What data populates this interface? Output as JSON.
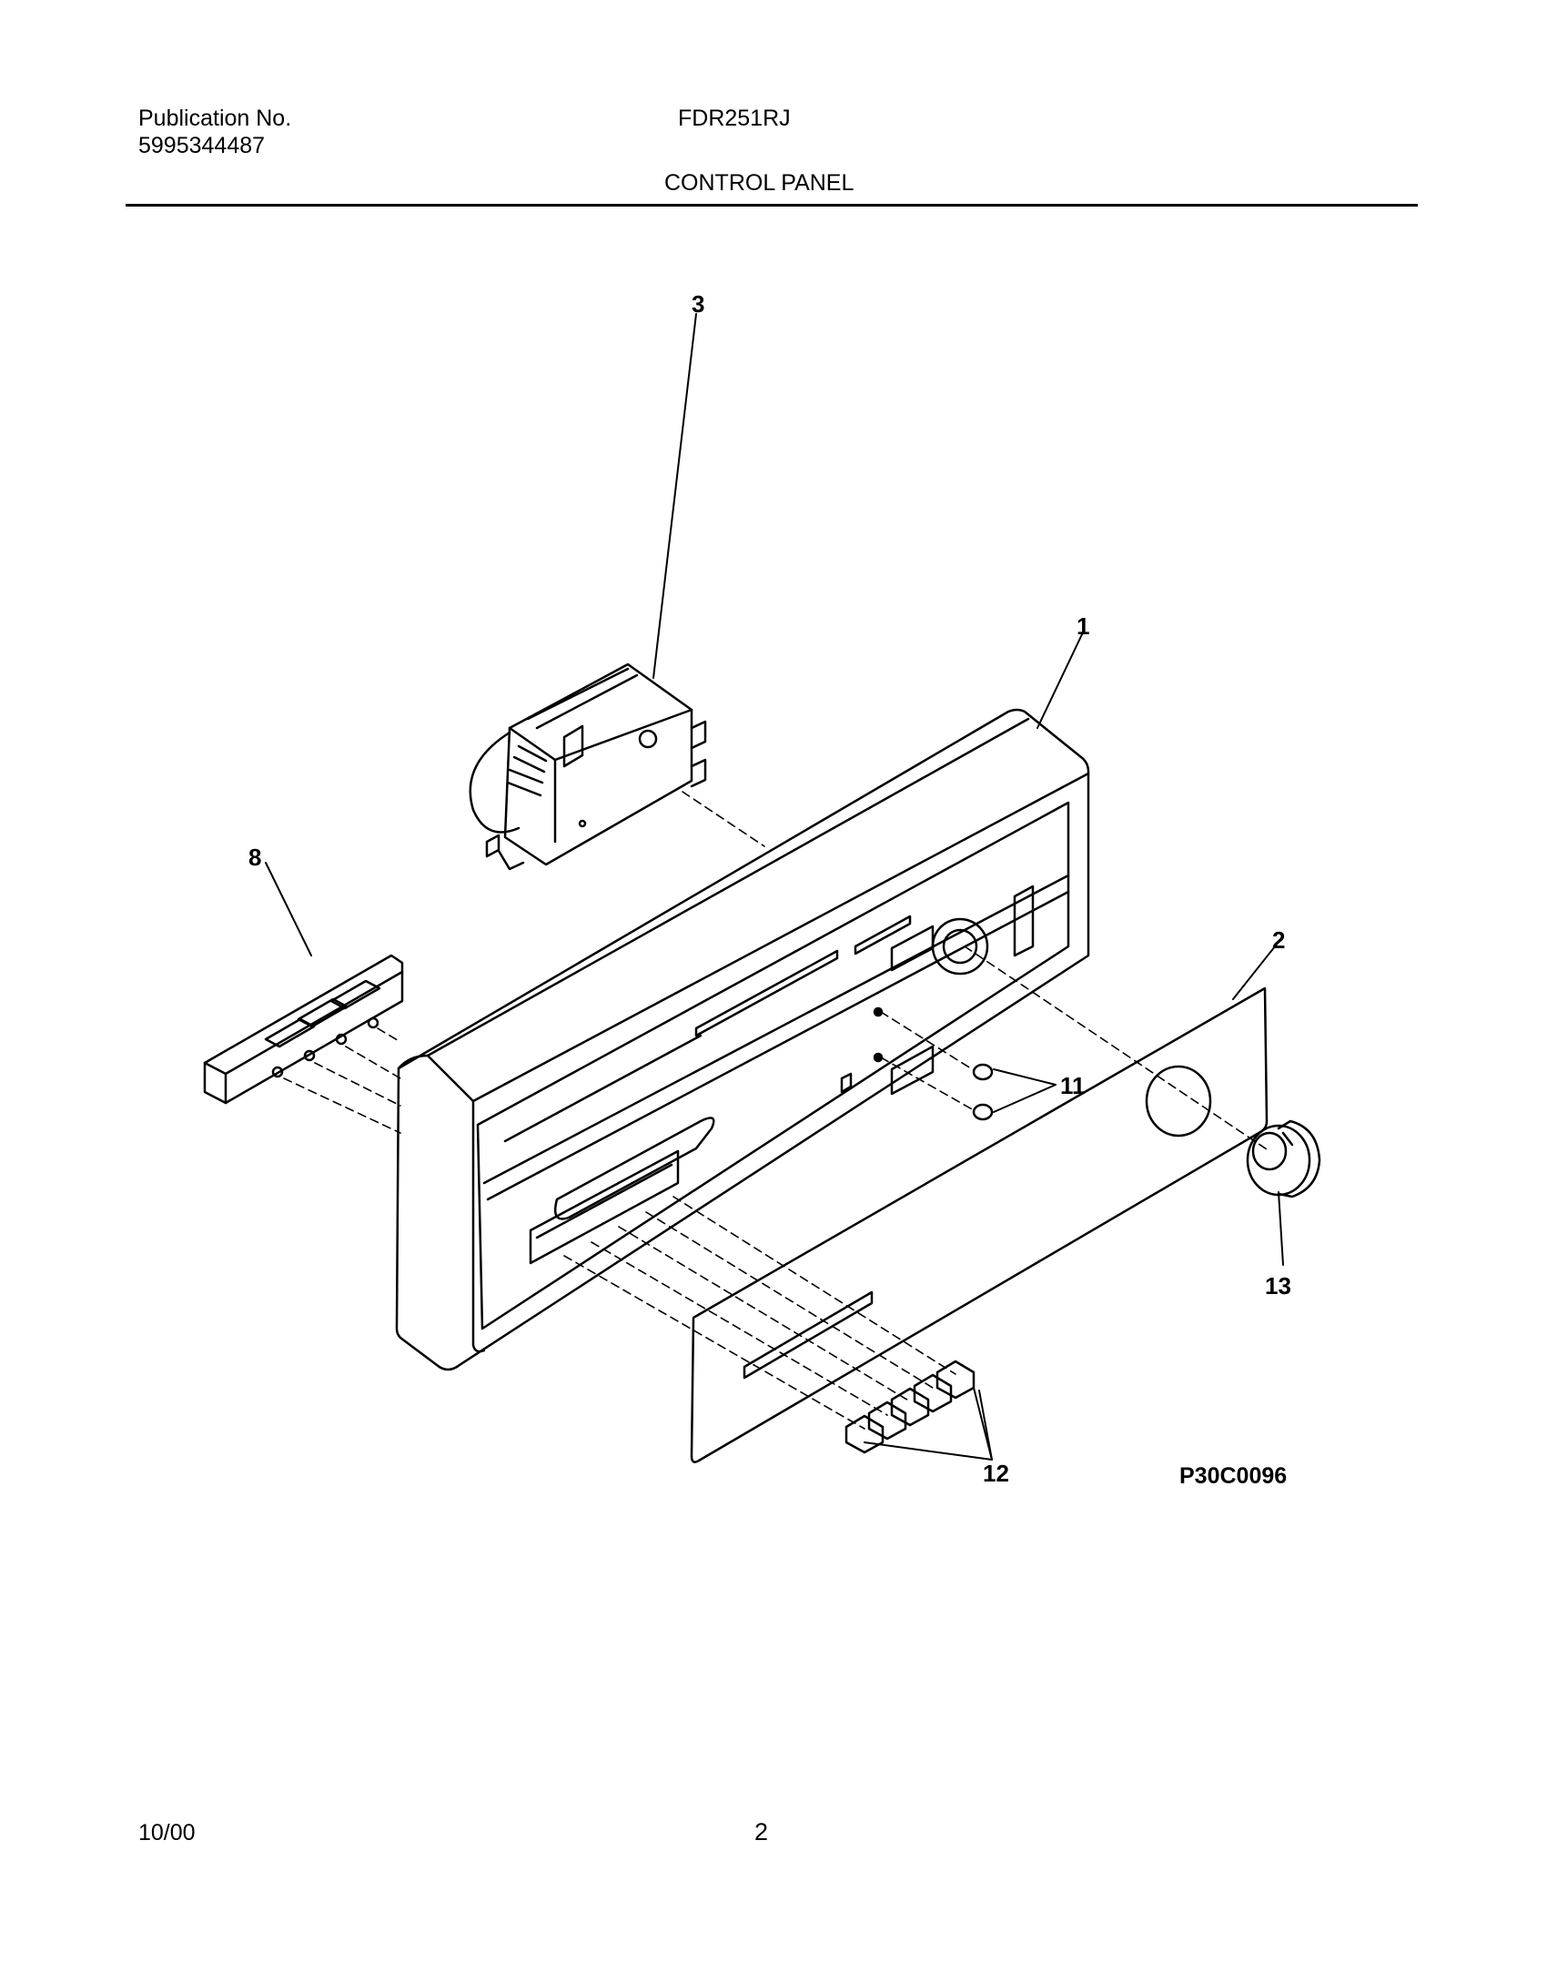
{
  "header": {
    "publication_label": "Publication No.",
    "publication_number": "5995344487",
    "model": "FDR251RJ",
    "section_title": "CONTROL PANEL"
  },
  "footer": {
    "date": "10/00",
    "page": "2"
  },
  "diagram": {
    "drawing_code": "P30C0096",
    "callouts": [
      "1",
      "2",
      "3",
      "8",
      "11",
      "12",
      "13"
    ]
  }
}
